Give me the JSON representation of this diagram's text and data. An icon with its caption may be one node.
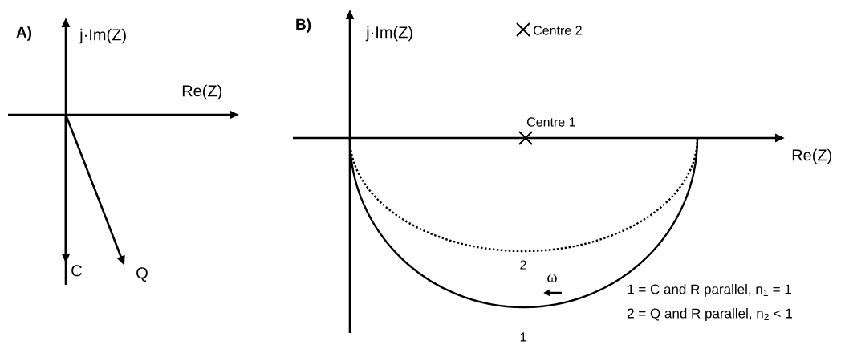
{
  "diagram": {
    "nodes": [
      {
        "text": [
          "C"
        ]
      },
      {
        "text": [
          "Q"
        ]
      }
    ],
    "edges": [
      {
        "from": null,
        "to": 0,
        "arrow": "to"
      },
      {
        "from": null,
        "to": 1,
        "arrow": "to"
      }
    ],
    "labels": [
      "A)",
      "j·Im(Z)",
      "Re(Z)",
      "B)",
      "j·Im(Z)",
      "Centre 2",
      "Centre 1",
      "Re(Z)",
      "2",
      "ω",
      "1",
      "1 = C and R parallel, n$_{1}$ = 1",
      "2 = Q and R parallel, n$_{2}$ < 1"
    ]
  }
}
